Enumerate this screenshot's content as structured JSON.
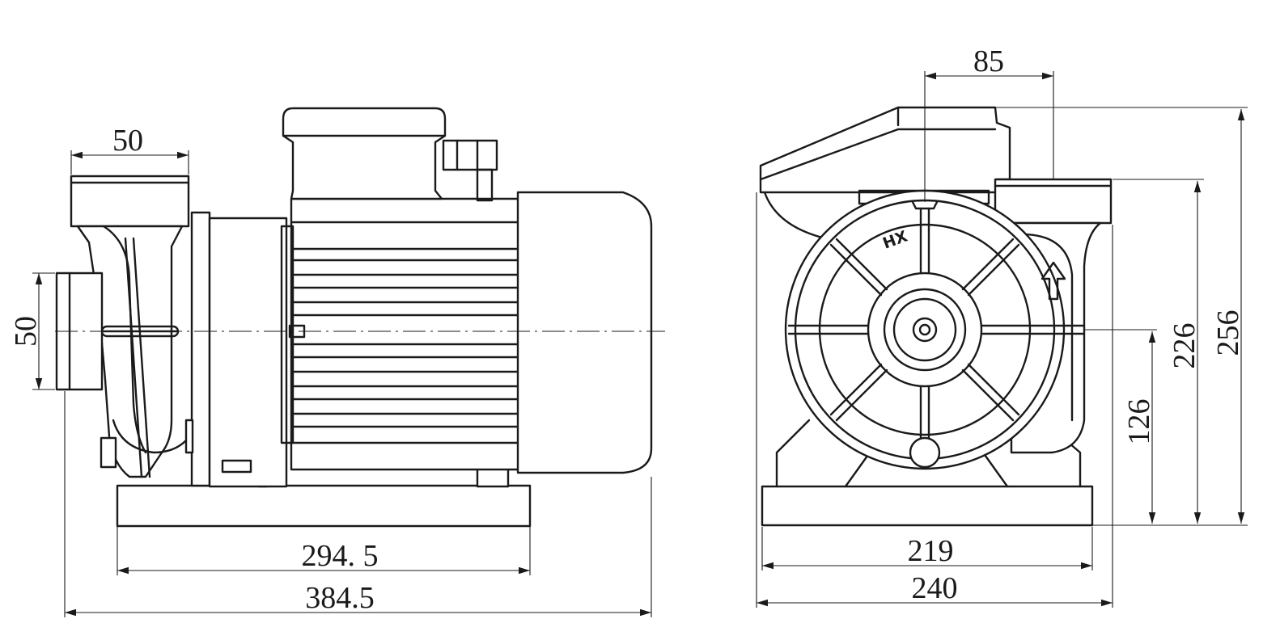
{
  "labels": {
    "side_inlet_width": "50",
    "side_inlet_height": "50",
    "side_base_length": "294. 5",
    "side_total_length": "384.5",
    "front_outlet_offset": "85",
    "front_base_width": "219",
    "front_total_width": "240",
    "front_shaft_height": "126",
    "front_outlet_height": "226",
    "front_total_height": "256",
    "brand_mark": "HX"
  },
  "colors": {
    "line": "#1a1a1a",
    "background": "#ffffff"
  },
  "icons": {
    "flow_direction": "up-arrow-icon"
  }
}
